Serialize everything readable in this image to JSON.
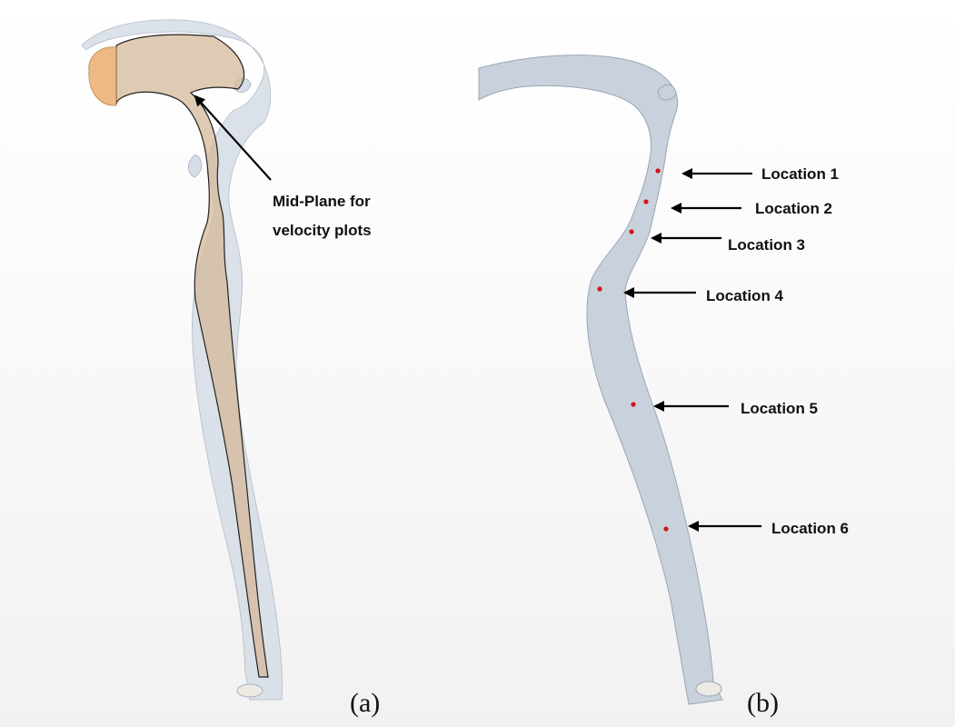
{
  "panel_a": {
    "label": "(a)",
    "annotation_line1": "Mid-Plane for",
    "annotation_line2": "velocity plots"
  },
  "panel_b": {
    "label": "(b)",
    "locations": [
      {
        "label": "Location 1"
      },
      {
        "label": "Location 2"
      },
      {
        "label": "Location 3"
      },
      {
        "label": "Location 4"
      },
      {
        "label": "Location 5"
      },
      {
        "label": "Location 6"
      }
    ]
  },
  "colors": {
    "airway": "#c9d1dc",
    "mid_plane": "#d4b89a",
    "mouth_opening": "#e8a866",
    "location_dot": "#d0141a",
    "arrow": "#000000"
  }
}
